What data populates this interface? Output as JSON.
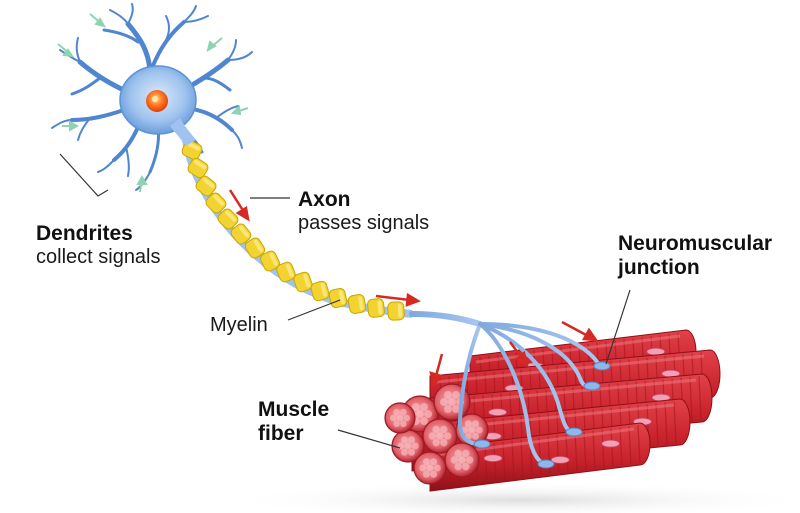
{
  "labels": {
    "dendrites": {
      "title": "Dendrites",
      "subtitle": "collect signals"
    },
    "axon": {
      "title": "Axon",
      "subtitle": "passes signals"
    },
    "myelin": "Myelin",
    "junction": {
      "line1": "Neuromuscular",
      "line2": "junction"
    },
    "muscle": {
      "line1": "Muscle",
      "line2": "fiber"
    }
  },
  "colors": {
    "neuron_body": "#8fb8e8",
    "neuron_dark": "#4f86cf",
    "nucleus": "#ff6a1a",
    "myelin": "#f2d332",
    "myelin_edge": "#c9a800",
    "muscle": "#c8222b",
    "muscle_dark": "#8e1018",
    "muscle_light": "#e35a63",
    "signal_arrow": "#d42a23",
    "input_arrow": "#8fd3b5",
    "leader_line": "#333333"
  }
}
